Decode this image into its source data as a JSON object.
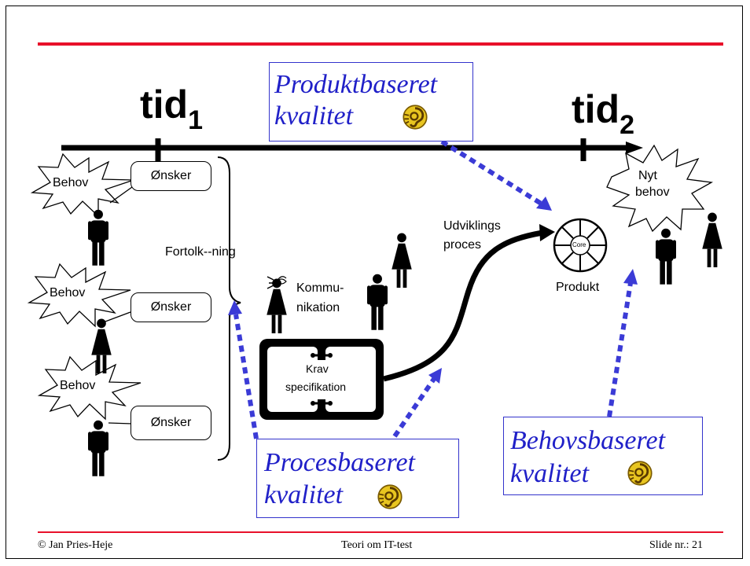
{
  "timeline": {
    "tid1": {
      "text": "tid",
      "sub": "1"
    },
    "tid2": {
      "text": "tid",
      "sub": "2"
    }
  },
  "needs": {
    "behov_labels": [
      "Behov",
      "Behov",
      "Behov"
    ],
    "onsker_labels": [
      "Ønsker",
      "Ønsker",
      "Ønsker"
    ],
    "nyt_behov": [
      "Nyt",
      "behov"
    ]
  },
  "labels": {
    "fortolkning": "Fortolk--ning",
    "kommunikation": [
      "Kommu-",
      "nikation"
    ],
    "krav": [
      "Krav",
      "specifikation"
    ],
    "udviklings": [
      "Udviklings",
      "proces"
    ],
    "produkt": "Produkt",
    "core": "Core"
  },
  "quality": {
    "produkt": [
      "Produktbaseret",
      "kvalitet"
    ],
    "proces": [
      "Procesbaseret",
      "kvalitet"
    ],
    "behov": [
      "Behovsbaseret",
      "kvalitet"
    ]
  },
  "footer": {
    "author": "© Jan Pries-Heje",
    "title": "Teori om IT-test",
    "slide": "Slide nr.: 21"
  },
  "colors": {
    "header_line": "#e8102a",
    "quality_text": "#2020c8",
    "dashed_arrow": "#3b3bd6"
  }
}
